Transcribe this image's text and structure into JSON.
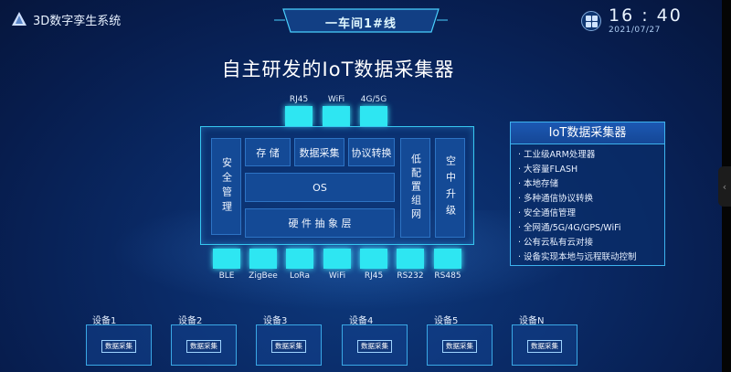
{
  "header": {
    "system_title": "3D数字孪生系统",
    "center_tab": "一车间1#线",
    "time": "16 : 40",
    "date": "2021/07/27"
  },
  "page": {
    "title": "自主研发的IoT数据采集器"
  },
  "top_ports": [
    "RJ45",
    "WiFi",
    "4G/5G"
  ],
  "bottom_ports": [
    "BLE",
    "ZigBee",
    "LoRa",
    "WiFi",
    "RJ45",
    "RS232",
    "RS485"
  ],
  "architecture": {
    "security": "安全管理",
    "storage": "存 储",
    "data_collect": "数据采集",
    "protocol": "协议转换",
    "os": "OS",
    "hal": "硬 件 抽 象 层",
    "low_power": "低配置组网",
    "ota": "空中升级"
  },
  "info_panel": {
    "title": "IoT数据采集器",
    "items": [
      "· 工业级ARM处理器",
      "· 大容量FLASH",
      "· 本地存储",
      "· 多种通信协议转换",
      "· 安全通信管理",
      "· 全网通/5G/4G/GPS/WiFi",
      "· 公有云私有云对接",
      "· 设备实现本地与远程联动控制"
    ]
  },
  "devices": [
    {
      "label": "设备1",
      "inner": "数据采集"
    },
    {
      "label": "设备2",
      "inner": "数据采集"
    },
    {
      "label": "设备3",
      "inner": "数据采集"
    },
    {
      "label": "设备4",
      "inner": "数据采集"
    },
    {
      "label": "设备5",
      "inner": "数据采集"
    },
    {
      "label": "设备N",
      "inner": "数据采集"
    }
  ],
  "colors": {
    "port": "#2ee6f2",
    "frame_border": "#37c7f0",
    "block": "#144a96",
    "background": "#0a2a66"
  },
  "icons": {
    "logo": "triangle-logo-icon",
    "clock": "grid-clock-icon",
    "side": "chevron-left-icon"
  }
}
